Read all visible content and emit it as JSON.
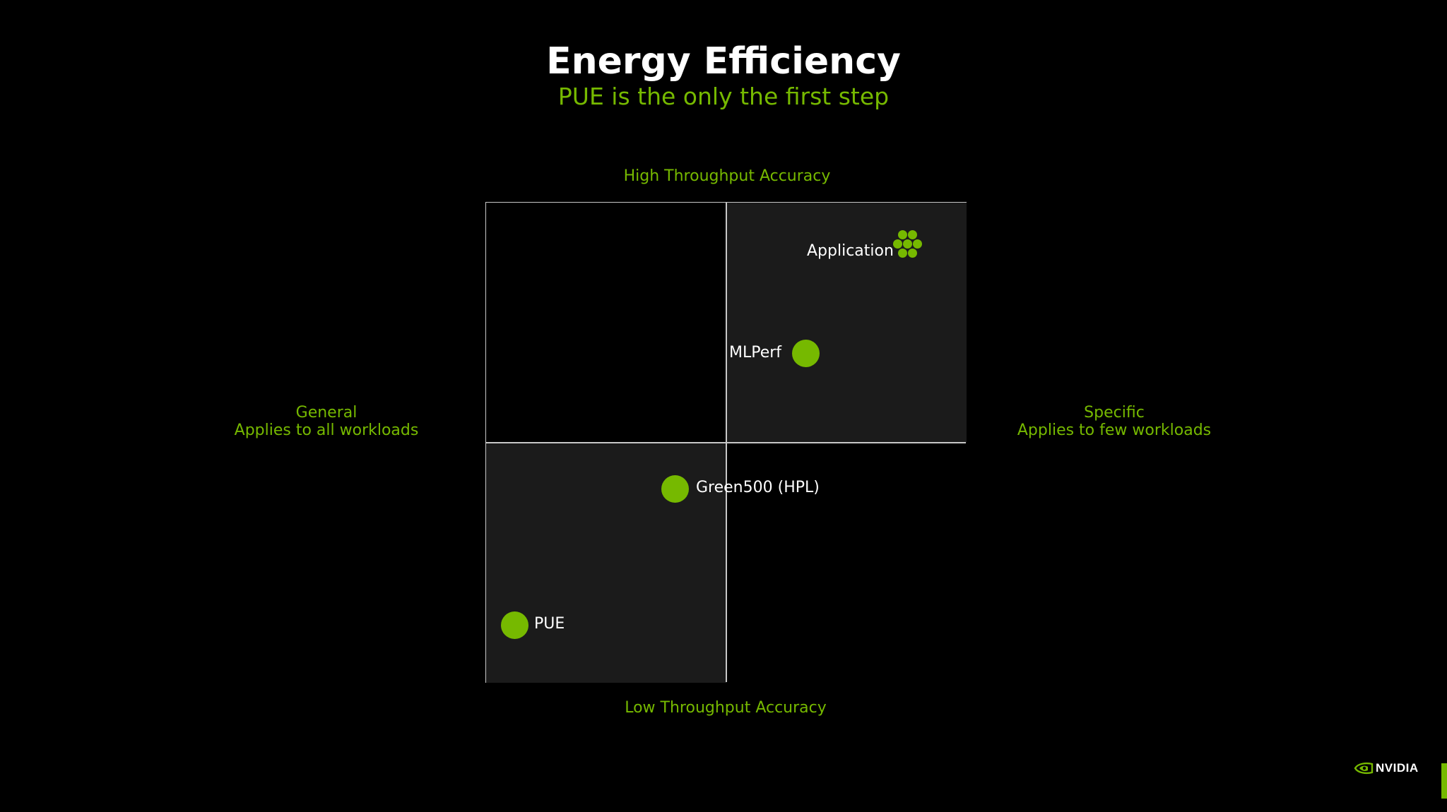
{
  "slide": {
    "title": "Energy Efficiency",
    "subtitle": "PUE is the only the first step"
  },
  "axes": {
    "top": "High Throughput Accuracy",
    "bottom": "Low Throughput Accuracy",
    "left": {
      "line1": "General",
      "line2": "Applies to all workloads"
    },
    "right": {
      "line1": "Specific",
      "line2": "Applies to few workloads"
    }
  },
  "points": {
    "application": {
      "label": "Application",
      "icon": "dot-cluster-icon"
    },
    "mlperf": {
      "label": "MLPerf",
      "icon": "dot-icon"
    },
    "green500": {
      "label": "Green500 (HPL)",
      "icon": "dot-icon"
    },
    "pue": {
      "label": "PUE",
      "icon": "dot-icon"
    }
  },
  "branding": {
    "logo_text": "NVIDIA",
    "accent_color": "#76b900",
    "background_color": "#000000",
    "quadrant_fill": "#1b1b1b"
  }
}
